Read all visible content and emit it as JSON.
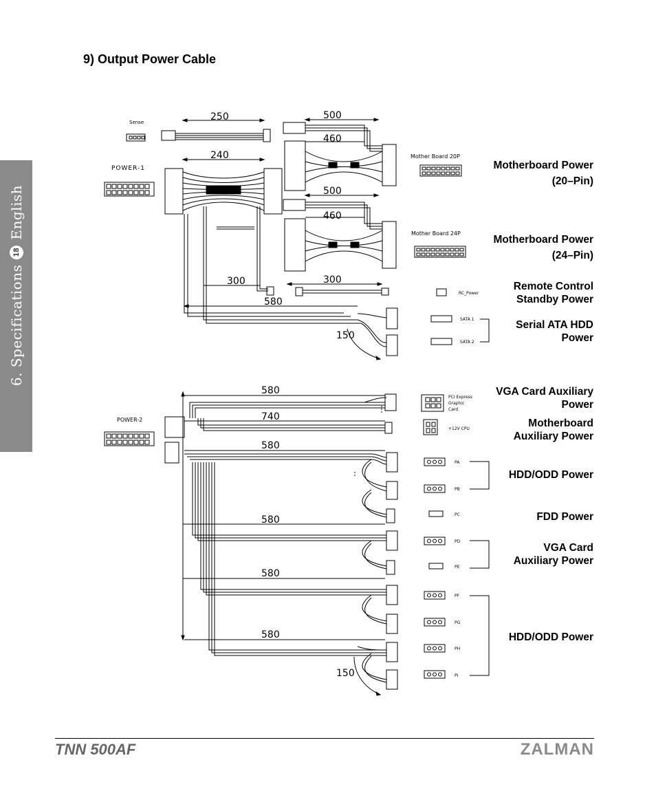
{
  "side_tab": {
    "section": "6. Specifications",
    "page": "18",
    "language": "English"
  },
  "heading": "9) Output Power Cable",
  "diagram": {
    "connectors": {
      "sense": "Sense",
      "power1": "POWER-1",
      "power2": "POWER-2",
      "mb20": "Mother Board 20P",
      "mb24": "Mother Board 24P",
      "rc": "RC_Power",
      "sata1": "SATA 1",
      "sata2": "SATA 2",
      "pci_line1": "PCI Express",
      "pci_line2": "Graphic",
      "pci_line3": "Card",
      "cpu12v": "+12V CPU",
      "pa": "PA",
      "pb": "PB",
      "pc": "PC",
      "pd": "PD",
      "pe": "PE",
      "pf": "PF",
      "pg": "PG",
      "ph": "PH",
      "pi": "PI"
    },
    "dimensions": {
      "d250": "250",
      "d240": "240",
      "d500a": "500",
      "d460a": "460",
      "d500b": "500",
      "d460b": "460",
      "d300a": "300",
      "d300b": "300",
      "d580a": "580",
      "d150a": "150",
      "d580b": "580",
      "d740": "740",
      "d580c": "580",
      "d580d": "580",
      "d580e": "580",
      "d580f": "580",
      "d150b": "150"
    }
  },
  "labels": {
    "mb20_l1": "Motherboard Power",
    "mb20_l2": "(20–Pin)",
    "mb24_l1": "Motherboard Power",
    "mb24_l2": "(24–Pin)",
    "rc_l1": "Remote Control",
    "rc_l2": "Standby Power",
    "sata_l1": "Serial ATA HDD",
    "sata_l2": "Power",
    "vga_l1": "VGA Card Auxiliary",
    "vga_l2": "Power",
    "aux_l1": "Motherboard",
    "aux_l2": "Auxiliary Power",
    "hdd1": "HDD/ODD Power",
    "fdd": "FDD Power",
    "vga2_l1": "VGA Card",
    "vga2_l2": "Auxiliary Power",
    "hdd2": "HDD/ODD Power"
  },
  "footer": {
    "model": "TNN 500AF",
    "brand": "ZALMAN"
  }
}
